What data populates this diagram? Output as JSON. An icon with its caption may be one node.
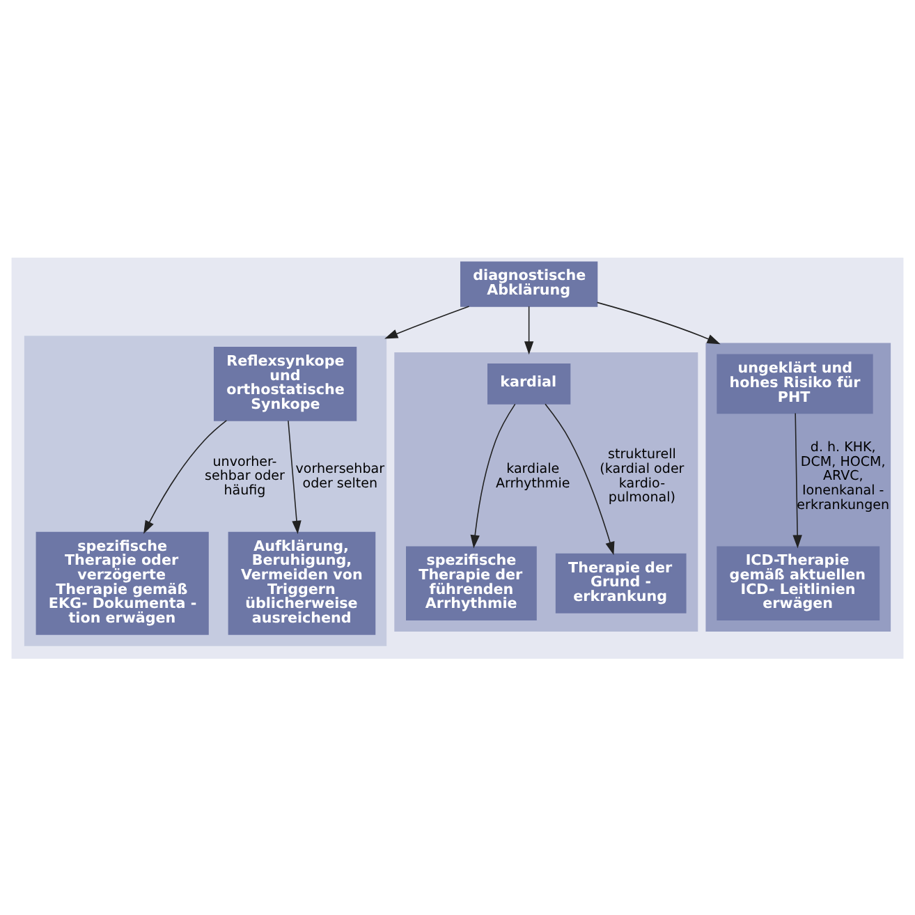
{
  "diagram": {
    "nodes": [
      {
        "text": [
          "diagnostische Abklärung"
        ]
      },
      {
        "text": [],
        "shape": "box"
      },
      {
        "text": [
          "Reflexsynkope und orthostatische Synkope"
        ],
        "in": 1
      },
      {
        "text": [
          "spezifische Therapie oder verzögerte Therapie gemäß EKG- Dokumenta - tion erwägen"
        ],
        "in": 1
      },
      {
        "text": [
          "Aufklärung, Beruhigung, Vermeiden von Triggern üblicherweise ausreichend"
        ],
        "in": 1
      },
      {
        "text": [],
        "shape": "box"
      },
      {
        "text": [
          "kardial"
        ],
        "in": 5
      },
      {
        "text": [
          "spezifische Therapie der führenden Arrhythmie"
        ],
        "in": 5
      },
      {
        "text": [
          "Therapie der Grund - erkrankung"
        ],
        "in": 5
      },
      {
        "text": [],
        "shape": "box"
      },
      {
        "text": [
          "ungeklärt und hohes Risiko für PHT"
        ],
        "in": 9
      },
      {
        "text": [
          "ICD-Therapie gemäß aktuellen ICD- Leitlinien erwägen"
        ],
        "in": 9
      }
    ],
    "edges": [
      {
        "from": 0,
        "to": 1,
        "arrow": "to"
      },
      {
        "from": 0,
        "to": 5,
        "arrow": "to"
      },
      {
        "from": 0,
        "to": 9,
        "arrow": "to"
      },
      {
        "from": 2,
        "to": 3,
        "arrow": "to",
        "label": "unvorher- sehbar oder häufig"
      },
      {
        "from": 2,
        "to": 4,
        "arrow": "to",
        "label": "vorhersehbar oder selten"
      },
      {
        "from": 6,
        "to": 7,
        "arrow": "to",
        "label": "kardiale Arrhythmie"
      },
      {
        "from": 6,
        "to": 8,
        "arrow": "to",
        "label": "strukturell (kardial oder kardio- pulmonal)"
      },
      {
        "from": 10,
        "to": 11,
        "arrow": "to",
        "label": "d. h. KHK, DCM, HOCM, ARVC, Ionenkanal - erkrankungen"
      }
    ]
  }
}
